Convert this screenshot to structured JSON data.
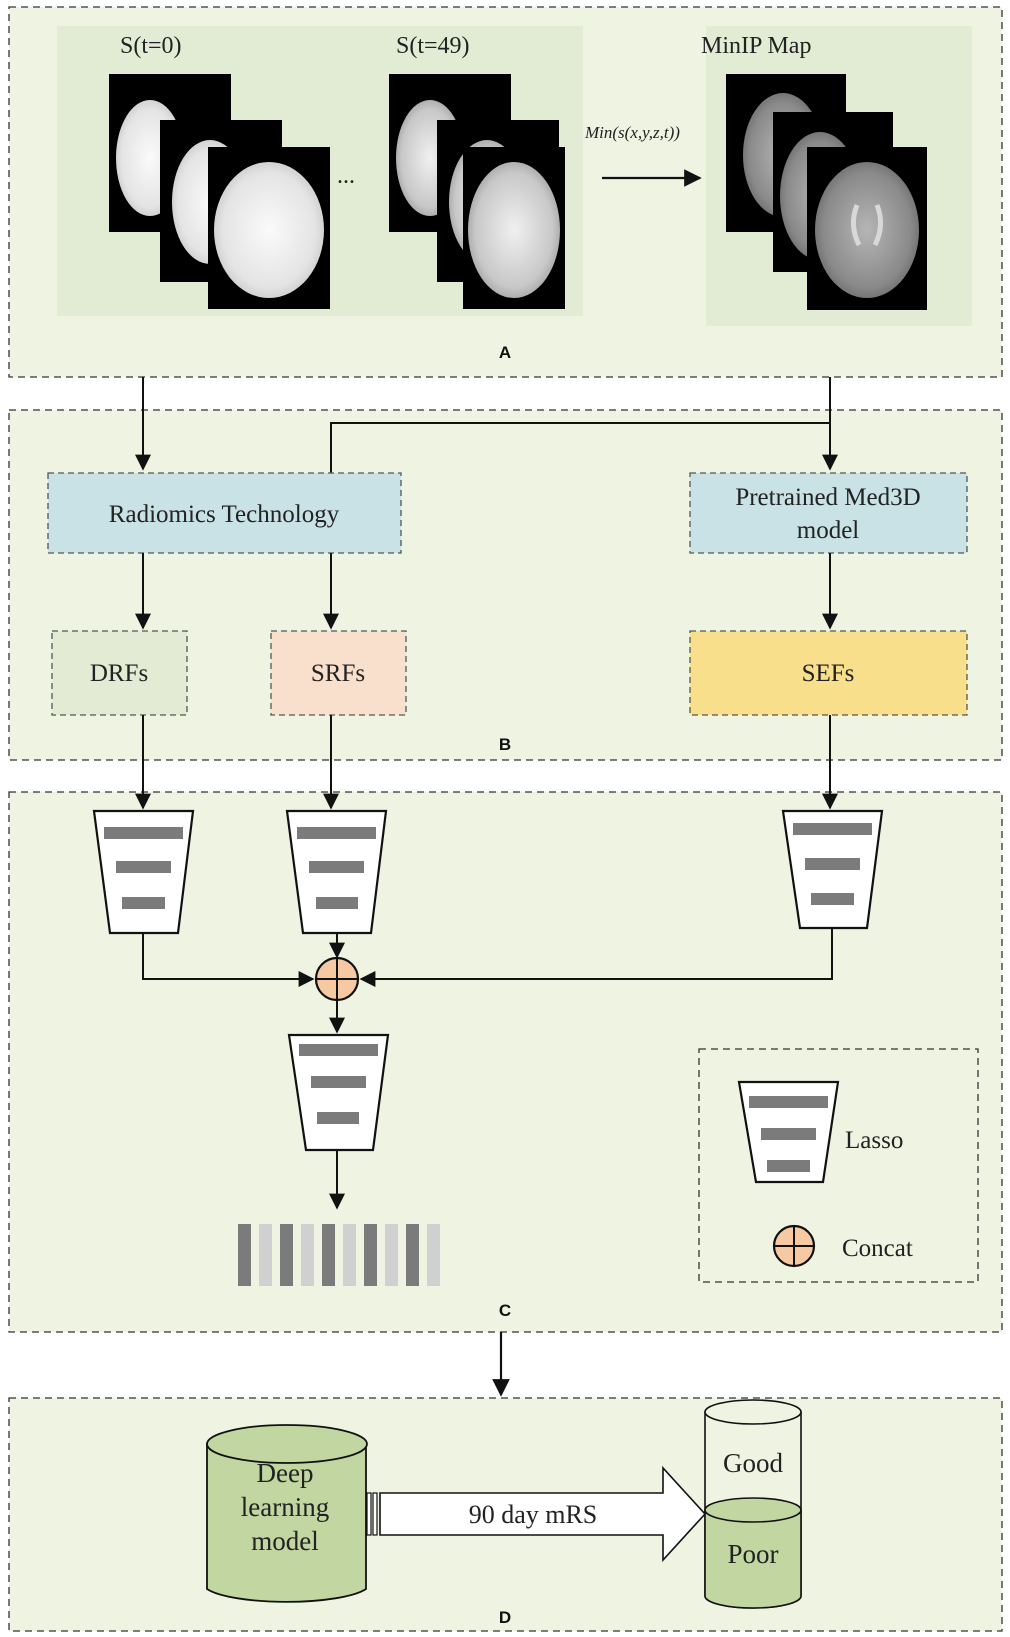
{
  "panels": {
    "a": {
      "label": "A",
      "s_t0": "S(t=0)",
      "s_t49": "S(t=49)",
      "ellipsis": "...",
      "min_formula": "Min(s(x,y,z,t))",
      "minip_title": "MinIP Map"
    },
    "b": {
      "label": "B",
      "radiomics": "Radiomics Technology",
      "med3d_line1": "Pretrained Med3D",
      "med3d_line2": "model",
      "drfs": "DRFs",
      "srfs": "SRFs",
      "sefs": "SEFs"
    },
    "c": {
      "label": "C",
      "legend_lasso": "Lasso",
      "legend_concat": "Concat",
      "feature_bars": [
        "dark",
        "light",
        "dark",
        "light",
        "dark",
        "light",
        "dark",
        "light",
        "dark",
        "light"
      ]
    },
    "d": {
      "label": "D",
      "dl_line1": "Deep",
      "dl_line2": "learning",
      "dl_line3": "model",
      "arrow_label": "90 day mRS",
      "good": "Good",
      "poor": "Poor"
    }
  },
  "colors": {
    "panel_bg": "#eef3e2",
    "image_bg": "#e2ecd4",
    "radiomics_fill": "#c9e2e6",
    "drfs_fill": "#e3ebd5",
    "srfs_fill": "#f9e0cc",
    "sefs_fill": "#f8df8c",
    "cylinder_fill": "#c2d6a1",
    "concat_fill": "#f7c9a3",
    "bar_dark": "#7b7b7b",
    "bar_light": "#d0d0d0"
  }
}
